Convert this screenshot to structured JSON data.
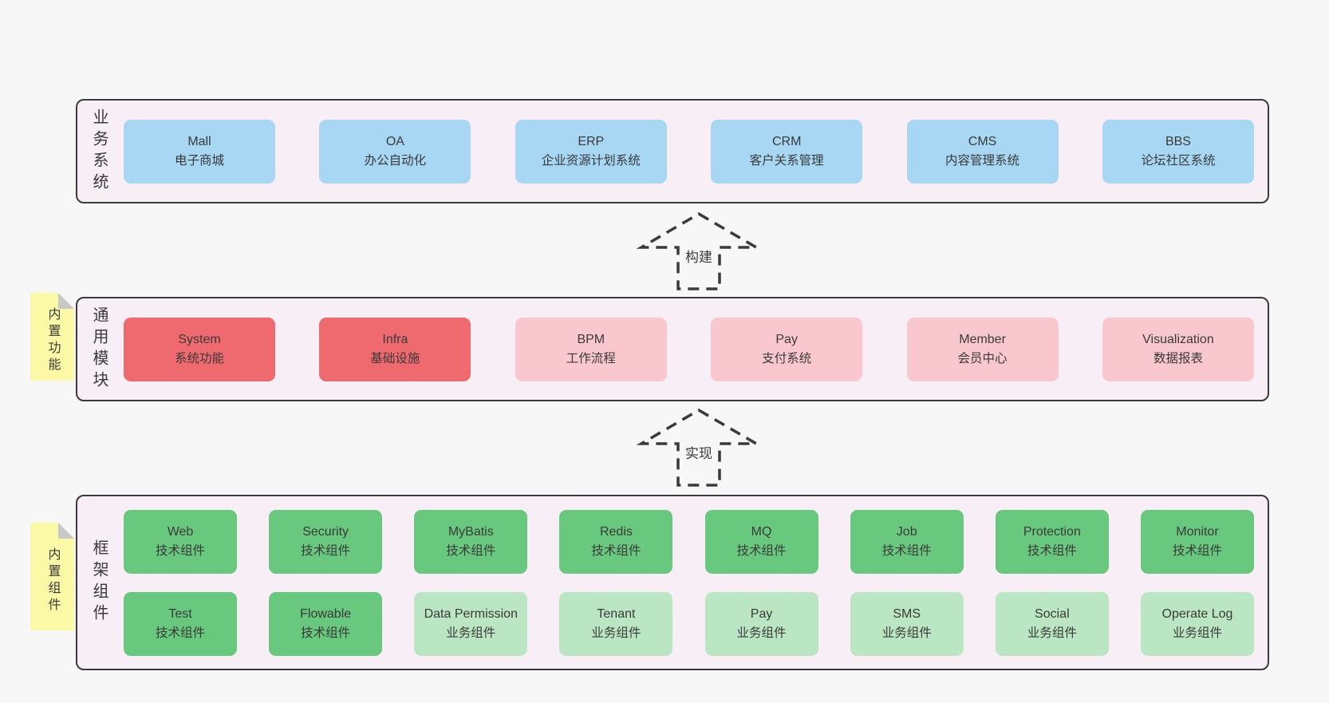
{
  "colors": {
    "page_bg": "#f7f7f7",
    "container_bg": "#f8eef6",
    "container_border": "#3a3a3a",
    "blue": "#a7d7f2",
    "red": "#ef6a6e",
    "pink": "#f9c7ce",
    "green": "#68c87e",
    "lightgreen": "#bbe6c3",
    "note_yellow": "#fbf9a5",
    "note_fold": "#c8c8c8",
    "text": "#3a3a3a"
  },
  "arrows": [
    {
      "label": "构建"
    },
    {
      "label": "实现"
    }
  ],
  "layers": [
    {
      "id": "business",
      "label": "业务系统",
      "rows": [
        [
          {
            "en": "Mall",
            "zh": "电子商城",
            "type": "blue"
          },
          {
            "en": "OA",
            "zh": "办公自动化",
            "type": "blue"
          },
          {
            "en": "ERP",
            "zh": "企业资源计划系统",
            "type": "blue"
          },
          {
            "en": "CRM",
            "zh": "客户关系管理",
            "type": "blue"
          },
          {
            "en": "CMS",
            "zh": "内容管理系统",
            "type": "blue"
          },
          {
            "en": "BBS",
            "zh": "论坛社区系统",
            "type": "blue"
          }
        ]
      ]
    },
    {
      "id": "modules",
      "label": "通用模块",
      "note": "内置功能",
      "rows": [
        [
          {
            "en": "System",
            "zh": "系统功能",
            "type": "red"
          },
          {
            "en": "Infra",
            "zh": "基础设施",
            "type": "red"
          },
          {
            "en": "BPM",
            "zh": "工作流程",
            "type": "pink"
          },
          {
            "en": "Pay",
            "zh": "支付系统",
            "type": "pink"
          },
          {
            "en": "Member",
            "zh": "会员中心",
            "type": "pink"
          },
          {
            "en": "Visualization",
            "zh": "数据报表",
            "type": "pink"
          }
        ]
      ]
    },
    {
      "id": "framework",
      "label": "框架组件",
      "note": "内置组件",
      "rows": [
        [
          {
            "en": "Web",
            "zh": "技术组件",
            "type": "green"
          },
          {
            "en": "Security",
            "zh": "技术组件",
            "type": "green"
          },
          {
            "en": "MyBatis",
            "zh": "技术组件",
            "type": "green"
          },
          {
            "en": "Redis",
            "zh": "技术组件",
            "type": "green"
          },
          {
            "en": "MQ",
            "zh": "技术组件",
            "type": "green"
          },
          {
            "en": "Job",
            "zh": "技术组件",
            "type": "green"
          },
          {
            "en": "Protection",
            "zh": "技术组件",
            "type": "green"
          },
          {
            "en": "Monitor",
            "zh": "技术组件",
            "type": "green"
          }
        ],
        [
          {
            "en": "Test",
            "zh": "技术组件",
            "type": "green"
          },
          {
            "en": "Flowable",
            "zh": "技术组件",
            "type": "green"
          },
          {
            "en": "Data Permission",
            "zh": "业务组件",
            "type": "lightgreen"
          },
          {
            "en": "Tenant",
            "zh": "业务组件",
            "type": "lightgreen"
          },
          {
            "en": "Pay",
            "zh": "业务组件",
            "type": "lightgreen"
          },
          {
            "en": "SMS",
            "zh": "业务组件",
            "type": "lightgreen"
          },
          {
            "en": "Social",
            "zh": "业务组件",
            "type": "lightgreen"
          },
          {
            "en": "Operate Log",
            "zh": "业务组件",
            "type": "lightgreen"
          }
        ]
      ]
    }
  ]
}
